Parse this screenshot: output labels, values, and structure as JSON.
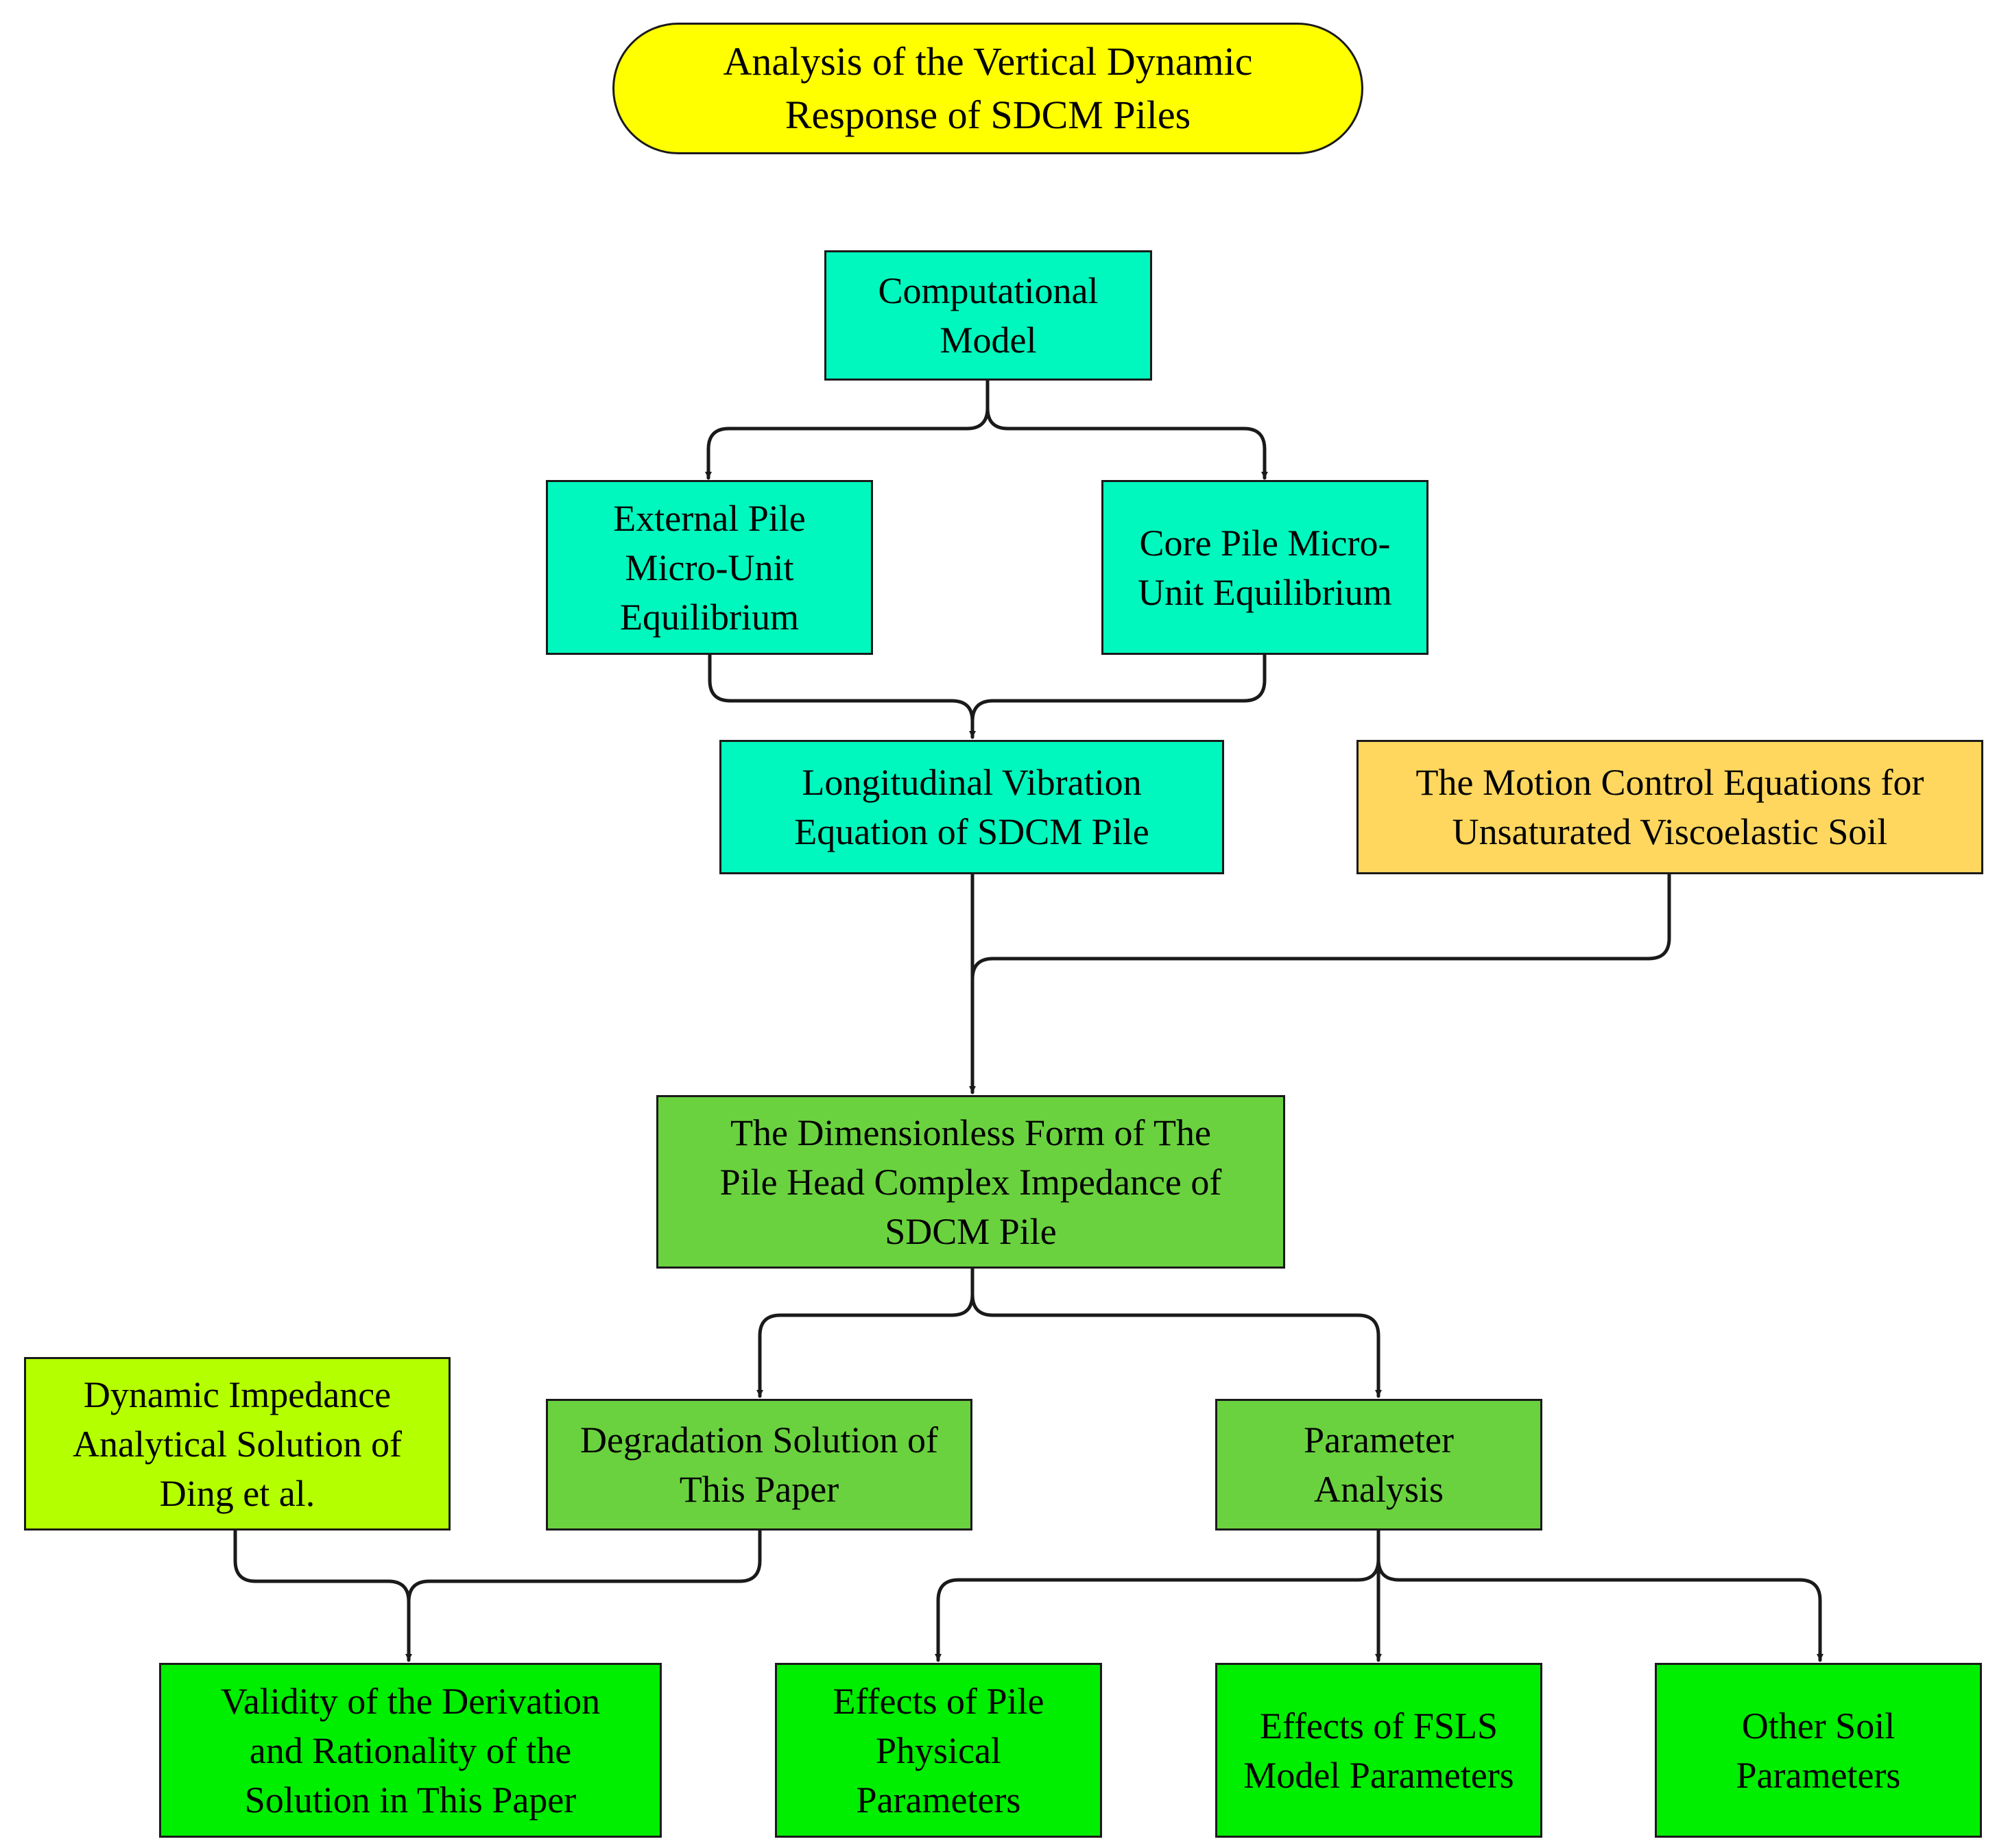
{
  "colors": {
    "title": "#ffff00",
    "cyan": "#00f7bd",
    "orange": "#ffd75e",
    "green_mid": "#6ad23f",
    "lime": "#b4ff00",
    "green_bright": "#00ee00",
    "line": "#1a1a1a"
  },
  "nodes": {
    "title": "Analysis of the Vertical Dynamic\nResponse of SDCM Piles",
    "computational_model": "Computational\nModel",
    "external_pile": "External Pile\nMicro-Unit\nEquilibrium",
    "core_pile": "Core Pile Micro-\nUnit Equilibrium",
    "longitudinal": "Longitudinal Vibration\nEquation of SDCM Pile",
    "motion_control": "The Motion Control Equations for\nUnsaturated Viscoelastic Soil",
    "dimensionless": "The Dimensionless Form of The\nPile Head Complex Impedance of\nSDCM Pile",
    "ding": "Dynamic Impedance\nAnalytical Solution of\nDing et al.",
    "degradation": "Degradation Solution of\nThis Paper",
    "parameter_analysis": "Parameter\nAnalysis",
    "validity": "Validity of the Derivation\nand Rationality of the\nSolution in This Paper",
    "pile_physical": "Effects of Pile\nPhysical\nParameters",
    "fsls": "Effects of FSLS\nModel Parameters",
    "other_soil": "Other Soil\nParameters"
  }
}
